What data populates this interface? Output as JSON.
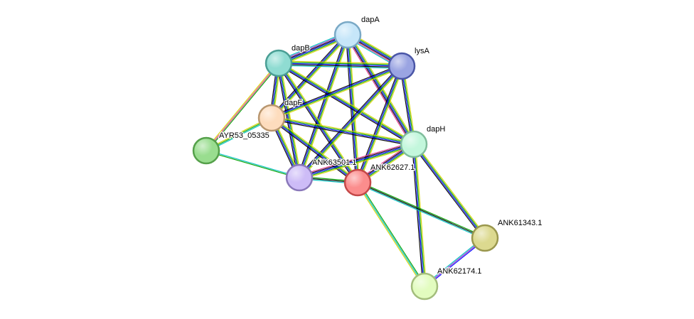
{
  "network": {
    "nodes": [
      {
        "id": "dapA",
        "label": "dapA",
        "color": "#c6e6f9",
        "stroke": "#7aa9c6"
      },
      {
        "id": "dapB",
        "label": "dapB",
        "color": "#8fdcd2",
        "stroke": "#4a9e94"
      },
      {
        "id": "lysA",
        "label": "lysA",
        "color": "#9aa4e2",
        "stroke": "#4a56a6"
      },
      {
        "id": "dapF",
        "label": "dapF",
        "color": "#fddcbd",
        "stroke": "#b8966f"
      },
      {
        "id": "AYR53_05335",
        "label": "AYR53_05335",
        "color": "#99dd8f",
        "stroke": "#55a04a"
      },
      {
        "id": "dapH",
        "label": "dapH",
        "color": "#c3f7dc",
        "stroke": "#80bd9c"
      },
      {
        "id": "ANK63501.1",
        "label": "ANK63501.1",
        "color": "#cdbcf7",
        "stroke": "#8a78ba"
      },
      {
        "id": "ANK62627.1",
        "label": "ANK62627.1",
        "color": "#fb8d8d",
        "stroke": "#c44848"
      },
      {
        "id": "ANK61343.1",
        "label": "ANK61343.1",
        "color": "#dcd98f",
        "stroke": "#9a974e"
      },
      {
        "id": "ANK62174.1",
        "label": "ANK62174.1",
        "color": "#e2fcbf",
        "stroke": "#a3bd7c"
      }
    ],
    "edges": [
      {
        "source": "dapA",
        "target": "dapB",
        "colors": [
          "#d4d400",
          "#00a000",
          "#0000ff",
          "#000000",
          "#9a2ec6",
          "#00c0c0"
        ]
      },
      {
        "source": "dapA",
        "target": "lysA",
        "colors": [
          "#d4d400",
          "#00a000",
          "#0000ff",
          "#000000",
          "#e0338f",
          "#00c0c0"
        ]
      },
      {
        "source": "dapA",
        "target": "dapF",
        "colors": [
          "#d4d400",
          "#00a000",
          "#0000ff",
          "#000000"
        ]
      },
      {
        "source": "dapA",
        "target": "dapH",
        "colors": [
          "#d4d400",
          "#00a000",
          "#0000ff",
          "#000000",
          "#e0338f"
        ]
      },
      {
        "source": "dapA",
        "target": "ANK63501.1",
        "colors": [
          "#d4d400",
          "#00a000",
          "#0000ff",
          "#000000"
        ]
      },
      {
        "source": "dapA",
        "target": "ANK62627.1",
        "colors": [
          "#d4d400",
          "#00a000",
          "#0000ff",
          "#000000"
        ]
      },
      {
        "source": "dapB",
        "target": "lysA",
        "colors": [
          "#d4d400",
          "#00a000",
          "#0000ff",
          "#000000",
          "#00c0c0"
        ]
      },
      {
        "source": "dapB",
        "target": "dapF",
        "colors": [
          "#d4d400",
          "#00a000",
          "#0000ff",
          "#000000"
        ]
      },
      {
        "source": "dapB",
        "target": "AYR53_05335",
        "colors": [
          "#00a000",
          "#e0338f",
          "#d4d400"
        ]
      },
      {
        "source": "dapB",
        "target": "dapH",
        "colors": [
          "#d4d400",
          "#00a000",
          "#0000ff",
          "#000000"
        ]
      },
      {
        "source": "dapB",
        "target": "ANK63501.1",
        "colors": [
          "#d4d400",
          "#00a000",
          "#0000ff",
          "#000000"
        ]
      },
      {
        "source": "dapB",
        "target": "ANK62627.1",
        "colors": [
          "#d4d400",
          "#00a000",
          "#0000ff",
          "#000000"
        ]
      },
      {
        "source": "lysA",
        "target": "dapF",
        "colors": [
          "#d4d400",
          "#00a000",
          "#0000ff",
          "#000000"
        ]
      },
      {
        "source": "lysA",
        "target": "dapH",
        "colors": [
          "#d4d400",
          "#00a000",
          "#0000ff",
          "#000000"
        ]
      },
      {
        "source": "lysA",
        "target": "ANK63501.1",
        "colors": [
          "#d4d400",
          "#00a000",
          "#0000ff",
          "#000000"
        ]
      },
      {
        "source": "lysA",
        "target": "ANK62627.1",
        "colors": [
          "#d4d400",
          "#00a000",
          "#0000ff",
          "#000000"
        ]
      },
      {
        "source": "dapF",
        "target": "AYR53_05335",
        "colors": [
          "#00c0c0",
          "#00a000",
          "#d4d400"
        ]
      },
      {
        "source": "dapF",
        "target": "dapH",
        "colors": [
          "#d4d400",
          "#00a000",
          "#0000ff",
          "#000000"
        ]
      },
      {
        "source": "dapF",
        "target": "ANK63501.1",
        "colors": [
          "#d4d400",
          "#00a000",
          "#0000ff",
          "#000000"
        ]
      },
      {
        "source": "dapF",
        "target": "ANK62627.1",
        "colors": [
          "#d4d400",
          "#00a000",
          "#0000ff",
          "#000000"
        ]
      },
      {
        "source": "AYR53_05335",
        "target": "ANK63501.1",
        "colors": [
          "#00c0c0",
          "#00a000"
        ]
      },
      {
        "source": "dapH",
        "target": "ANK63501.1",
        "colors": [
          "#d4d400",
          "#00a000",
          "#0000ff",
          "#000000",
          "#e0338f"
        ]
      },
      {
        "source": "dapH",
        "target": "ANK62627.1",
        "colors": [
          "#d4d400",
          "#00a000",
          "#0000ff",
          "#000000",
          "#e0338f"
        ]
      },
      {
        "source": "dapH",
        "target": "ANK61343.1",
        "colors": [
          "#d4d400",
          "#00a000",
          "#0000ff",
          "#000000"
        ]
      },
      {
        "source": "dapH",
        "target": "ANK62174.1",
        "colors": [
          "#d4d400",
          "#00a000",
          "#0000ff",
          "#000000"
        ]
      },
      {
        "source": "ANK63501.1",
        "target": "ANK62627.1",
        "colors": [
          "#00a000",
          "#000000",
          "#00c0c0"
        ]
      },
      {
        "source": "ANK62627.1",
        "target": "ANK61343.1",
        "colors": [
          "#00a000",
          "#000000",
          "#00c0c0"
        ]
      },
      {
        "source": "ANK62627.1",
        "target": "ANK62174.1",
        "colors": [
          "#00a000",
          "#00c0c0",
          "#d4d400"
        ]
      },
      {
        "source": "ANK61343.1",
        "target": "ANK62174.1",
        "colors": [
          "#0000ff",
          "#9a2ec6",
          "#00c0c0"
        ]
      }
    ]
  }
}
